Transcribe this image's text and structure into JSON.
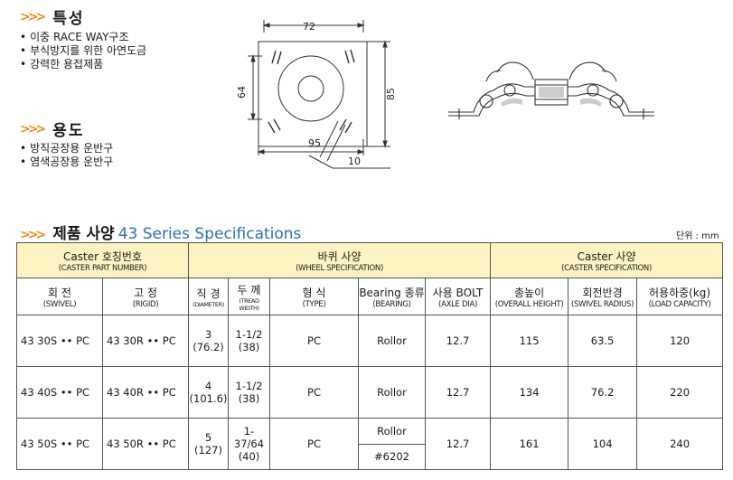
{
  "features": {
    "title": "특성",
    "items": [
      "이중 RACE WAY구조",
      "부식방지를 위한 아연도금",
      "강력한 용접제품"
    ]
  },
  "uses": {
    "title": "용도",
    "items": [
      "방직공장용 운반구",
      "염색공장용 운반구"
    ]
  },
  "drawing": {
    "dim_top": "72",
    "dim_left": "64",
    "dim_right": "85",
    "dim_bottom": "95",
    "dim_slot": "10"
  },
  "spec": {
    "title_ko": "제품 사양",
    "title_en": "43 Series Specifications",
    "unit": "단위 : mm",
    "groups": {
      "part": {
        "ko": "Caster 호칭번호",
        "en": "(CASTER PART NUMBER)"
      },
      "wheel": {
        "ko": "바퀴 사양",
        "en": "(WHEEL SPECIFICATION)"
      },
      "caster": {
        "ko": "Caster 사양",
        "en": "(CASTER SPECIFICATION)"
      }
    },
    "columns": {
      "swivel": {
        "ko": "회 전",
        "en": "(SWIVEL)"
      },
      "rigid": {
        "ko": "고 정",
        "en": "(RIGID)"
      },
      "diameter": {
        "ko": "직 경",
        "en": "(DIAMETER)"
      },
      "tread": {
        "ko": "두 께",
        "en": "(TREAD WIDTH)"
      },
      "type": {
        "ko": "형 식",
        "en": "(TYPE)"
      },
      "bearing": {
        "ko": "Bearing 종류",
        "en": "(BEARING)"
      },
      "axle": {
        "ko": "사용 BOLT",
        "en": "(AXLE DIA)"
      },
      "height": {
        "ko": "총높이",
        "en": "(OVERALL HEIGHT)"
      },
      "radius": {
        "ko": "회전반경",
        "en": "(SWIVEL RADIUS)"
      },
      "load": {
        "ko": "허용하중(kg)",
        "en": "(LOAD CAPACITY)"
      }
    },
    "rows": [
      {
        "swivel": "43 30S •• PC",
        "rigid": "43 30R •• PC",
        "dia_a": "3",
        "dia_b": "(76.2)",
        "tread_a": "1-1/2",
        "tread_b": "(38)",
        "type": "PC",
        "bearing": "Rollor",
        "axle": "12.7",
        "height": "115",
        "radius": "63.5",
        "load": "120"
      },
      {
        "swivel": "43 40S •• PC",
        "rigid": "43 40R •• PC",
        "dia_a": "4",
        "dia_b": "(101.6)",
        "tread_a": "1-1/2",
        "tread_b": "(38)",
        "type": "PC",
        "bearing": "Rollor",
        "axle": "12.7",
        "height": "134",
        "radius": "76.2",
        "load": "220"
      },
      {
        "swivel": "43 50S •• PC",
        "rigid": "43 50R •• PC",
        "dia_a": "5",
        "dia_b": "(127)",
        "tread_a": "1-",
        "tread_c": "37/64",
        "tread_b": "(40)",
        "type": "PC",
        "bearing": "Rollor",
        "bearing2": "#6202",
        "axle": "12.7",
        "height": "161",
        "radius": "104",
        "load": "240"
      }
    ]
  },
  "colors": {
    "accent": "#f08a1c",
    "header_bg": "#fdf3c2",
    "title_blue": "#2d6fb7"
  }
}
